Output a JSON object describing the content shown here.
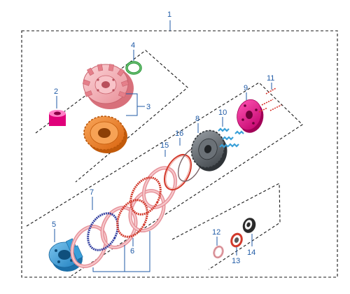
{
  "callouts": {
    "c1": "1",
    "c2": "2",
    "c3": "3",
    "c4": "4",
    "c5": "5",
    "c6": "6",
    "c7": "7",
    "c8": "8",
    "c9": "9",
    "c10": "10",
    "c11": "11",
    "c12": "12",
    "c13": "13",
    "c14": "14",
    "c15": "15",
    "c16": "16"
  },
  "colors": {
    "callout": "#1f5aa6",
    "housing": "#f4a7ae",
    "bushing": "#e0007a",
    "gear": "#f07c1e",
    "green_ring": "#2f9a3c",
    "hub": "#3a9fd9",
    "blue_plate": "#3340a0",
    "red_plate": "#d23a2c",
    "friction_disc": "#f3b6ba",
    "pressure_plate": "#555a60",
    "springs": "#3aa0d8",
    "lifter": "#e0007a",
    "bolts": "#d8332a",
    "seal": "#2a2a2a"
  },
  "parts": {
    "housing": "clutch-outer-housing-icon",
    "bushing": "bushing-icon",
    "gear": "primary-driven-gear-icon",
    "ring": "thrust-washer-icon",
    "hub": "clutch-center-hub-icon",
    "plates": "clutch-plate-icon",
    "pressure_plate": "pressure-plate-icon",
    "springs": "clutch-spring-icon",
    "lifter": "lifter-plate-icon",
    "bolts": "bolt-icon",
    "washer": "washer-icon",
    "oring": "o-ring-icon",
    "seal": "oil-seal-icon"
  }
}
